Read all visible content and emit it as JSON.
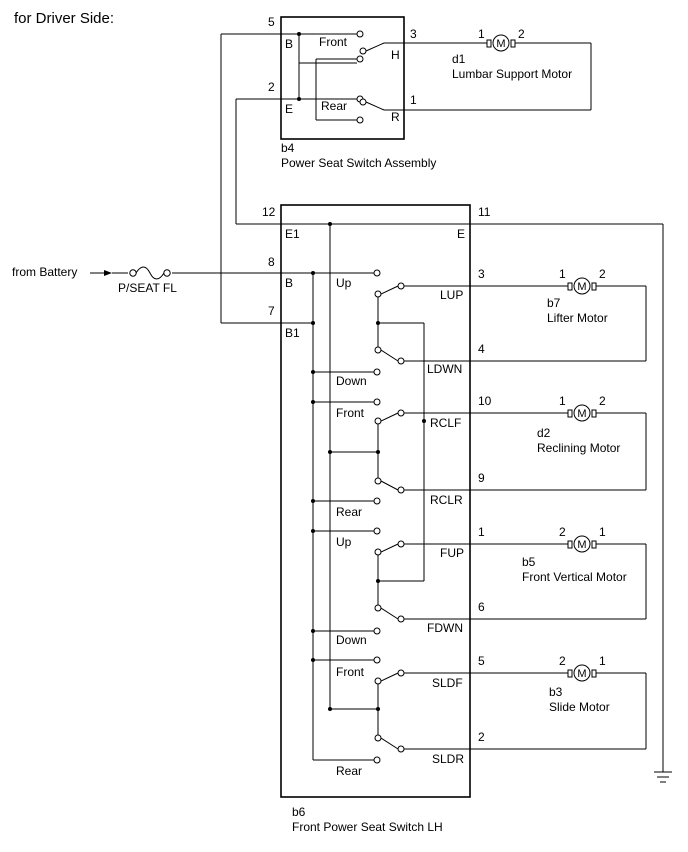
{
  "header": {
    "title": "for Driver Side:"
  },
  "supply": {
    "label": "from Battery",
    "fuse": "P/SEAT FL"
  },
  "ground": {
    "icon": "ground-symbol-icon"
  },
  "b4": {
    "id": "b4",
    "name": "Power Seat Switch Assembly",
    "pins": {
      "p5": "5",
      "p3": "3",
      "p2": "2",
      "p1": "1"
    },
    "terms": {
      "B": "B",
      "E": "E",
      "H": "H",
      "R": "R"
    },
    "labels": {
      "front": "Front",
      "rear": "Rear"
    }
  },
  "b6": {
    "id": "b6",
    "name": "Front Power Seat Switch LH",
    "pins": {
      "p12": "12",
      "p11": "11",
      "p8": "8",
      "p7": "7",
      "p3": "3",
      "p4": "4",
      "p10": "10",
      "p9": "9",
      "p1": "1",
      "p6": "6",
      "p5": "5",
      "p2": "2"
    },
    "terms": {
      "E1": "E1",
      "E": "E",
      "B": "B",
      "B1": "B1",
      "LUP": "LUP",
      "LDWN": "LDWN",
      "RCLF": "RCLF",
      "RCLR": "RCLR",
      "FUP": "FUP",
      "FDWN": "FDWN",
      "SLDF": "SLDF",
      "SLDR": "SLDR"
    },
    "labels": {
      "up1": "Up",
      "down1": "Down",
      "front1": "Front",
      "rear1": "Rear",
      "up2": "Up",
      "down2": "Down",
      "front2": "Front",
      "rear2": "Rear"
    }
  },
  "motors": [
    {
      "id": "d1",
      "name": "Lumbar Support Motor",
      "symbol": "M",
      "pin_left": "1",
      "pin_right": "2"
    },
    {
      "id": "b7",
      "name": "Lifter Motor",
      "symbol": "M",
      "pin_left": "1",
      "pin_right": "2"
    },
    {
      "id": "d2",
      "name": "Reclining Motor",
      "symbol": "M",
      "pin_left": "1",
      "pin_right": "2"
    },
    {
      "id": "b5",
      "name": "Front Vertical Motor",
      "symbol": "M",
      "pin_left": "2",
      "pin_right": "1"
    },
    {
      "id": "b3",
      "name": "Slide Motor",
      "symbol": "M",
      "pin_left": "2",
      "pin_right": "1"
    }
  ]
}
